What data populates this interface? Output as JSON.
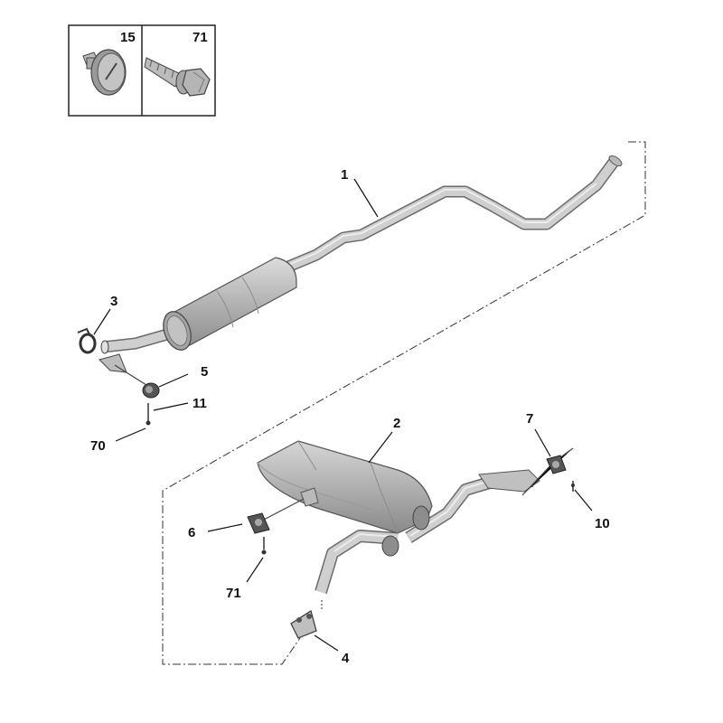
{
  "inset": {
    "items": [
      {
        "number": "15",
        "icon": "push-rivet-icon"
      },
      {
        "number": "71",
        "icon": "flange-bolt-icon"
      }
    ]
  },
  "callouts": {
    "c1": "1",
    "c2": "2",
    "c3": "3",
    "c4": "4",
    "c5": "5",
    "c6": "6",
    "c7": "7",
    "c10": "10",
    "c11": "11",
    "c70": "70",
    "c71": "71"
  },
  "colors": {
    "pipe_fill": "#c9c9c9",
    "pipe_edge": "#6b6b6b",
    "muffler_fill": "#b4b4b4",
    "line": "#222222",
    "inset_bg": "#d7d7d7"
  }
}
